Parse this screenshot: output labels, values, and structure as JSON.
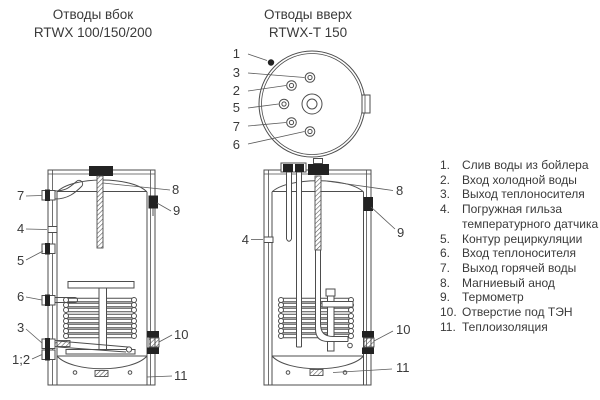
{
  "titles": {
    "left": {
      "line1": "Отводы вбок",
      "line2": "RTWX 100/150/200"
    },
    "right": {
      "line1": "Отводы вверх",
      "line2": "RTWX-T 150"
    }
  },
  "legend": {
    "items": [
      {
        "num": "1.",
        "text": "Слив воды из бойлера"
      },
      {
        "num": "2.",
        "text": "Вход холодной воды"
      },
      {
        "num": "3.",
        "text": "Выход теплоносителя"
      },
      {
        "num": "4.",
        "text": "Погружная гильза",
        "text2": "температурного датчика"
      },
      {
        "num": "5.",
        "text": "Контур рециркуляции"
      },
      {
        "num": "6.",
        "text": "Вход теплоносителя"
      },
      {
        "num": "7.",
        "text": "Выход горячей воды"
      },
      {
        "num": "8.",
        "text": "Магниевый анод"
      },
      {
        "num": "9.",
        "text": "Термометр"
      },
      {
        "num": "10.",
        "text": "Отверстие под ТЭН"
      },
      {
        "num": "11.",
        "text": "Теплоизоляция"
      }
    ]
  },
  "callouts": {
    "left": {
      "n7": "7",
      "n4": "4",
      "n5": "5",
      "n6": "6",
      "n3": "3",
      "n12": "1;2",
      "n8": "8",
      "n9": "9",
      "n10": "10",
      "n11": "11"
    },
    "top": {
      "n1": "1",
      "n3": "3",
      "n2": "2",
      "n5": "5",
      "n7": "7",
      "n6": "6"
    },
    "right": {
      "n4": "4",
      "n8": "8",
      "n9": "9",
      "n10": "10",
      "n11": "11"
    }
  },
  "colors": {
    "line": "#4d4d4d",
    "dark_fill": "#222222",
    "text": "#3a3a3a",
    "background": "#ffffff"
  }
}
